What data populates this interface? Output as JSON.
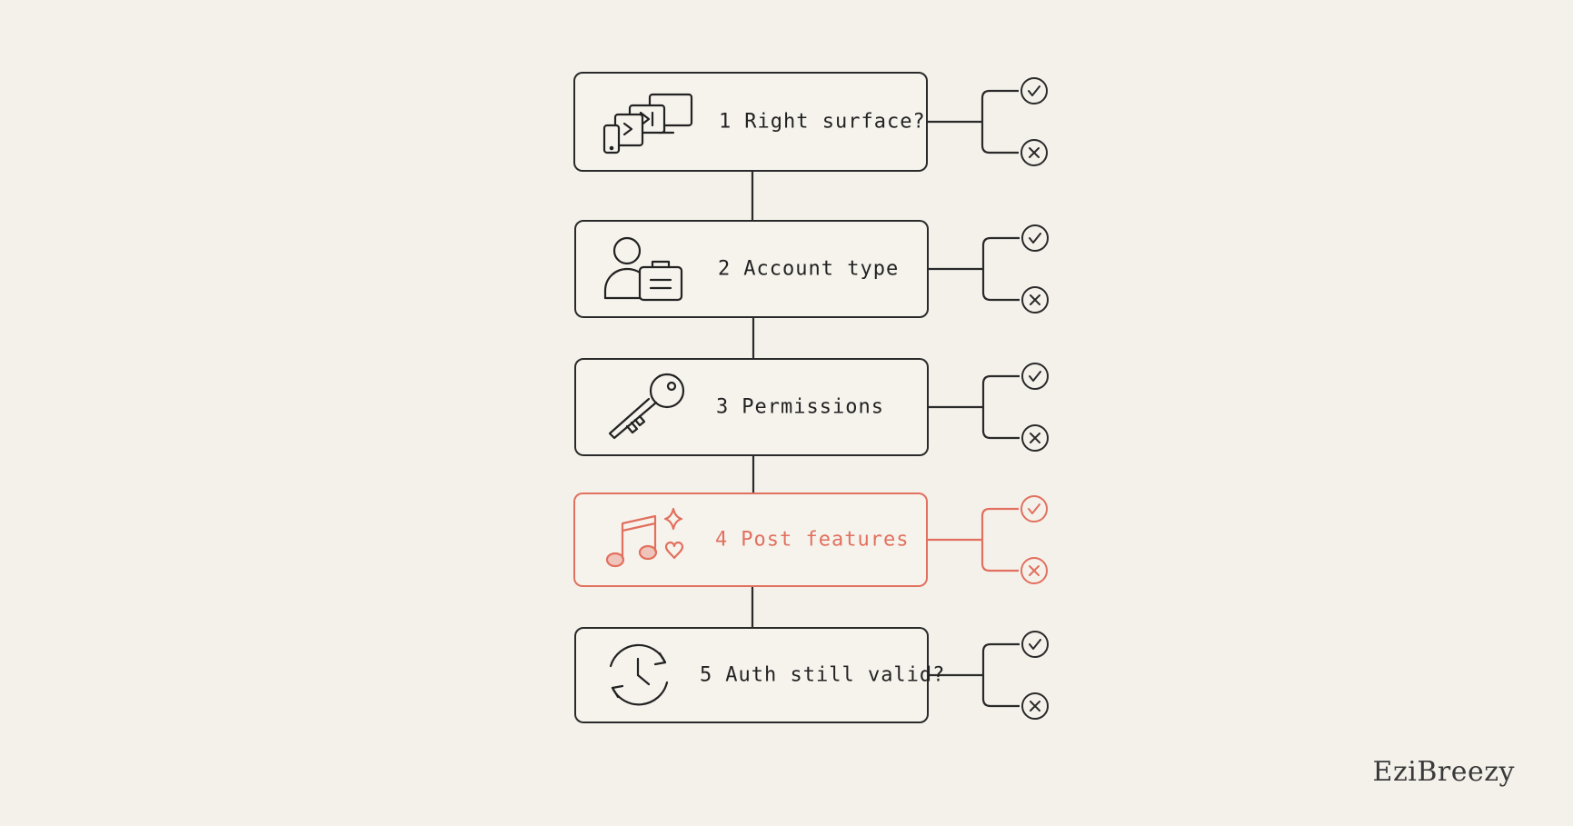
{
  "steps": [
    {
      "number": "1",
      "text": "Right surface?",
      "icon": "devices-icon",
      "highlight": false
    },
    {
      "number": "2",
      "text": "Account type",
      "icon": "person-briefcase-icon",
      "highlight": false
    },
    {
      "number": "3",
      "text": "Permissions",
      "icon": "key-icon",
      "highlight": false
    },
    {
      "number": "4",
      "text": "Post features",
      "icon": "music-sparkle-heart-icon",
      "highlight": true
    },
    {
      "number": "5",
      "text": "Auth still valid?",
      "icon": "clock-refresh-icon",
      "highlight": false
    }
  ],
  "outcomes": {
    "pass": "check-circle-icon",
    "fail": "x-circle-icon"
  },
  "colors": {
    "ink": "#2a2a2a",
    "accent": "#e2705e",
    "background": "#f4f1eb"
  },
  "brand": "EziBreezy"
}
